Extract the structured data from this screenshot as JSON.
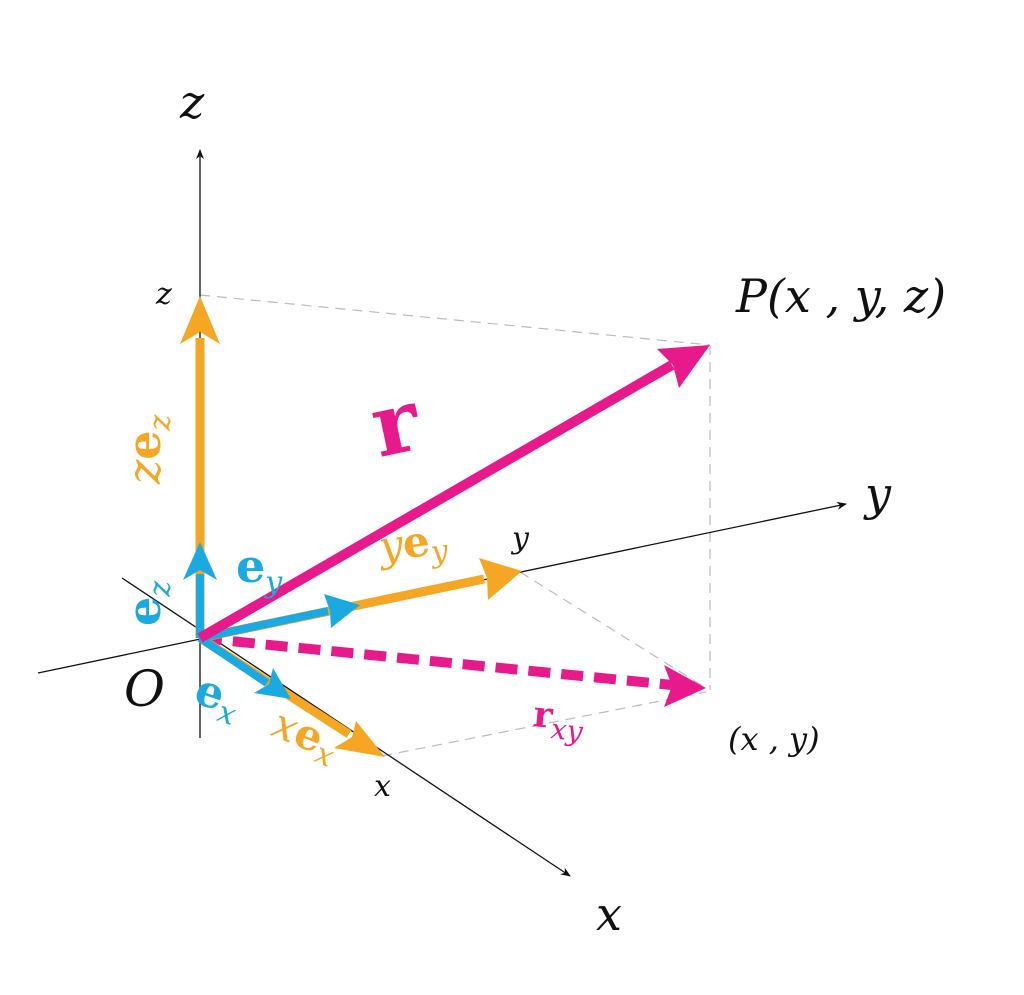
{
  "colors": {
    "orange": "#F5A623",
    "blue": "#1BA9E1",
    "magenta": "#E8198B",
    "axis": "#111111",
    "guide": "#bbbbbb"
  },
  "labels": {
    "axis_z": "z",
    "axis_y": "y",
    "axis_x": "x",
    "origin": "O",
    "point_p": "P(x , y, z)",
    "proj_xy": "(x , y)",
    "tick_z": "z",
    "tick_y": "y",
    "tick_x": "x",
    "vec_r": "r",
    "vec_rxy_main": "r",
    "vec_rxy_sub": "xy",
    "vec_zez_coef": "z",
    "vec_zez_e": "e",
    "vec_zez_sub": "z",
    "vec_yey_coef": "y",
    "vec_yey_e": "e",
    "vec_yey_sub": "y",
    "vec_xex_coef": "x",
    "vec_xex_e": "e",
    "vec_xex_sub": "x",
    "unit_ez": "e",
    "unit_ez_sub": "z",
    "unit_ey": "e",
    "unit_ey_sub": "y",
    "unit_ex": "e",
    "unit_ex_sub": "x"
  }
}
